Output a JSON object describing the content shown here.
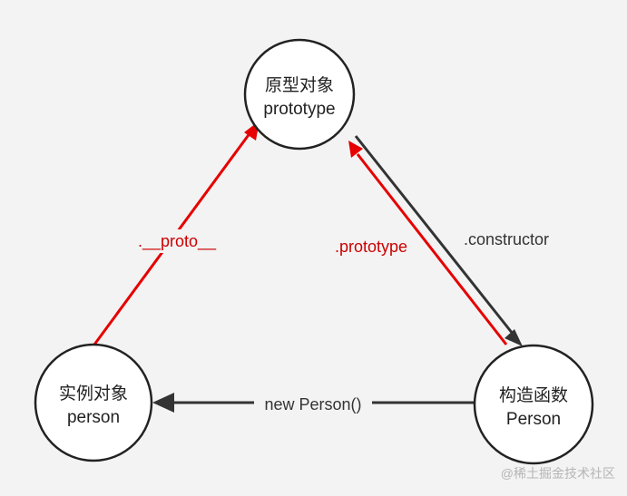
{
  "nodes": {
    "prototype": {
      "line1": "原型对象",
      "line2": "prototype"
    },
    "instance": {
      "line1": "实例对象",
      "line2": "person"
    },
    "constructor": {
      "line1": "构造函数",
      "line2": "Person"
    }
  },
  "edges": {
    "proto": {
      "label": ".__proto__",
      "color": "#e60000"
    },
    "prototype": {
      "label": ".prototype",
      "color": "#cc0000"
    },
    "constructor": {
      "label": ".constructor",
      "color": "#333333"
    },
    "new_person": {
      "label": "new Person()",
      "color": "#333333"
    }
  },
  "watermark": "@稀土掘金技术社区"
}
